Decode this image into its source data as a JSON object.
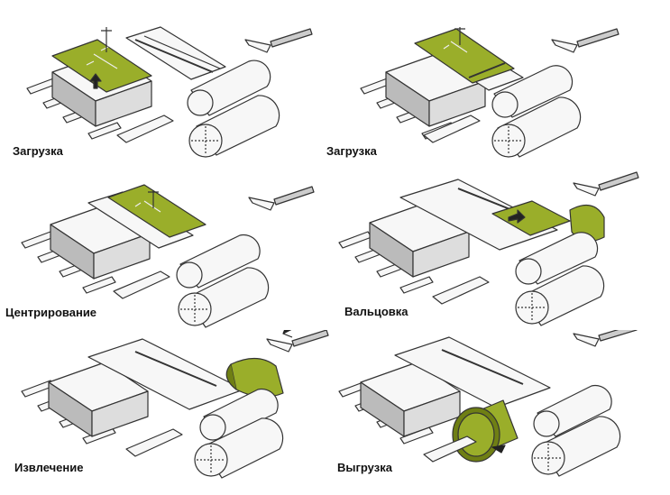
{
  "colors": {
    "sheet": "#9aae2a",
    "sheet_dark": "#6f7f14",
    "line": "#333333",
    "fill": "#f7f7f7",
    "shade": "#9a9a9a"
  },
  "steps": [
    {
      "label": "Загрузка"
    },
    {
      "label": "Загрузка"
    },
    {
      "label": "Центрирование"
    },
    {
      "label": "Вальцовка"
    },
    {
      "label": "Извлечение"
    },
    {
      "label": "Выгрузка"
    }
  ]
}
